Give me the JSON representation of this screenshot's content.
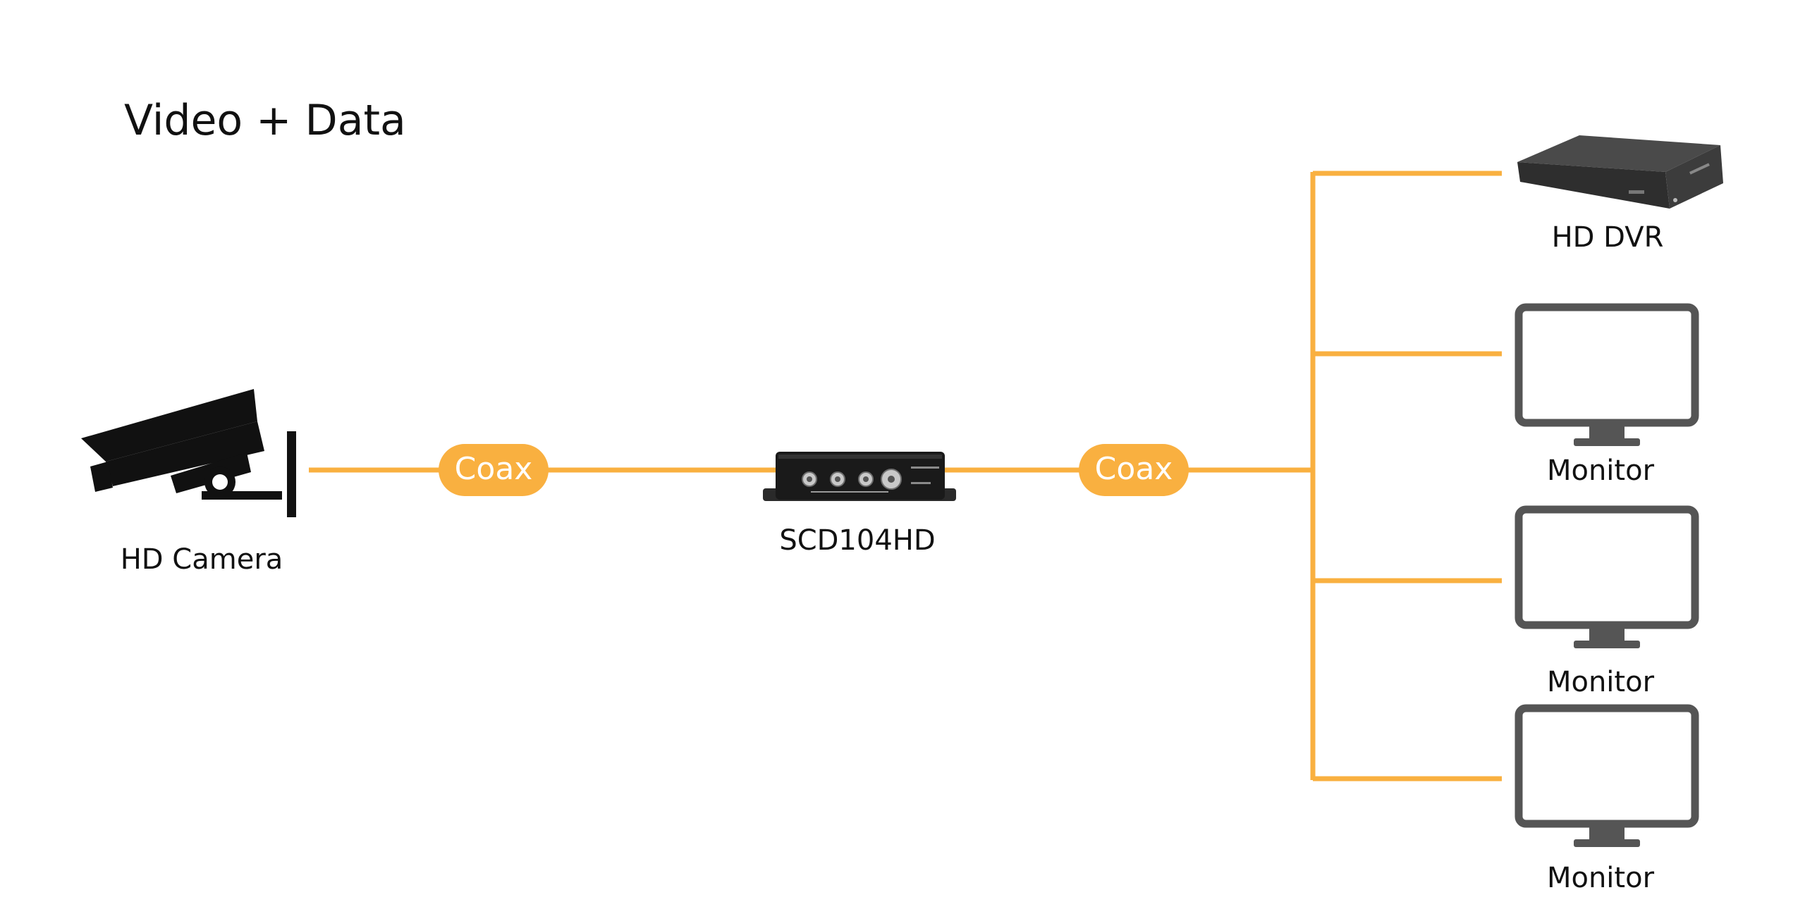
{
  "title": "Video + Data",
  "colors": {
    "cable": "#F9B040",
    "device_dark": "#1a1a1a",
    "monitor": "#555555",
    "text": "#111111",
    "pill_text": "#ffffff"
  },
  "nodes": {
    "camera": {
      "label": "HD Camera",
      "icon": "cctv-camera-icon"
    },
    "converter": {
      "label": "SCD104HD",
      "icon": "scd104hd-device-icon"
    },
    "dvr": {
      "label": "HD DVR",
      "icon": "dvr-recorder-icon"
    },
    "monitors": [
      {
        "label": "Monitor",
        "icon": "monitor-icon"
      },
      {
        "label": "Monitor",
        "icon": "monitor-icon"
      },
      {
        "label": "Monitor",
        "icon": "monitor-icon"
      }
    ]
  },
  "cables": [
    {
      "label": "Coax"
    },
    {
      "label": "Coax"
    }
  ]
}
